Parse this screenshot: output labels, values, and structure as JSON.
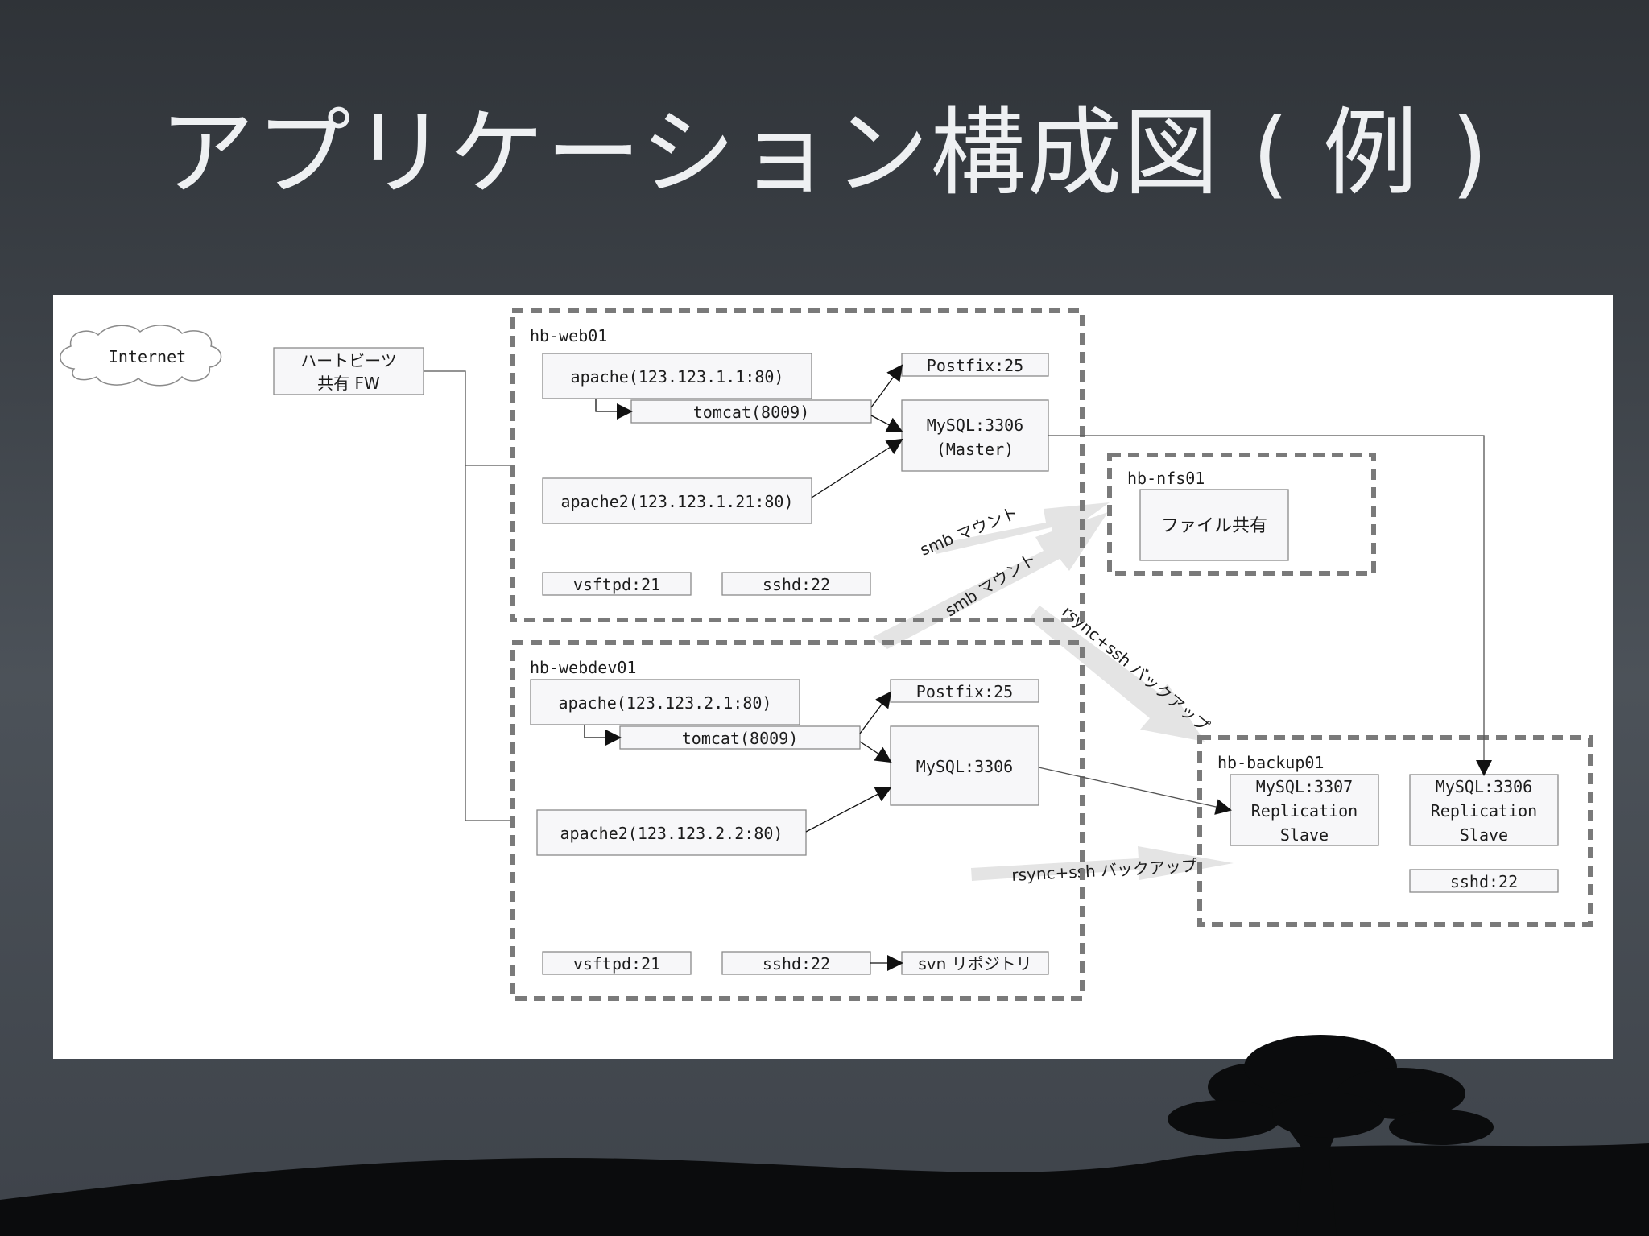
{
  "slide": {
    "title": "アプリケーション構成図 ( 例 )"
  },
  "diagram": {
    "internet": "Internet",
    "firewall": [
      "ハートビーツ",
      "共有 FW"
    ],
    "web01": {
      "label": "hb-web01",
      "apache": "apache(123.123.1.1:80)",
      "tomcat": "tomcat(8009)",
      "apache2": "apache2(123.123.1.21:80)",
      "postfix": "Postfix:25",
      "mysql": [
        "MySQL:3306",
        "(Master)"
      ],
      "vsftpd": "vsftpd:21",
      "sshd": "sshd:22"
    },
    "nfs01": {
      "label": "hb-nfs01",
      "share": "ファイル共有"
    },
    "webdev01": {
      "label": "hb-webdev01",
      "apache": "apache(123.123.2.1:80)",
      "tomcat": "tomcat(8009)",
      "apache2": "apache2(123.123.2.2:80)",
      "postfix": "Postfix:25",
      "mysql": "MySQL:3306",
      "vsftpd": "vsftpd:21",
      "sshd": "sshd:22",
      "svn": "svn リポジトリ"
    },
    "backup01": {
      "label": "hb-backup01",
      "mysql3307": [
        "MySQL:3307",
        "Replication",
        "Slave"
      ],
      "mysql3306": [
        "MySQL:3306",
        "Replication",
        "Slave"
      ],
      "sshd": "sshd:22"
    },
    "flows": {
      "smb1": "smb マウント",
      "smb2": "smb マウント",
      "rsync1": "rsync+ssh バックアップ",
      "rsync2": "rsync+ssh バックアップ"
    }
  },
  "colors": {
    "background_dark": "#2f3338",
    "title_text": "#eef0f2",
    "panel": "#ffffff",
    "box_fill": "#f7f7f9",
    "box_stroke": "#8a8a8a",
    "group_dash": "#7a7a7a",
    "flow_arrow": "#e4e4e4"
  }
}
